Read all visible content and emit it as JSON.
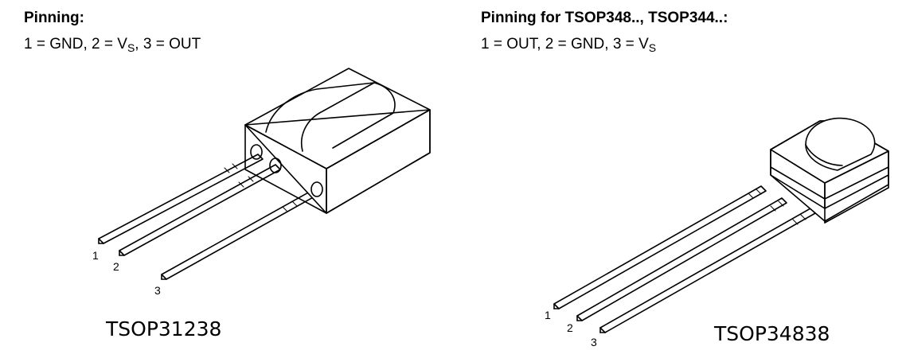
{
  "left": {
    "heading": "Pinning:",
    "pins": [
      {
        "num": "1",
        "sep": " = ",
        "label": "GND",
        "sub": ""
      },
      {
        "num": "2",
        "sep": " = ",
        "label": "V",
        "sub": "S"
      },
      {
        "num": "3",
        "sep": " = ",
        "label": "OUT",
        "sub": ""
      }
    ],
    "pin_labels": [
      "1",
      "2",
      "3"
    ],
    "model": "TSOP31238"
  },
  "right": {
    "heading": "Pinning for TSOP348.., TSOP344..:",
    "pins": [
      {
        "num": "1",
        "sep": " = ",
        "label": "OUT",
        "sub": ""
      },
      {
        "num": "2",
        "sep": " = ",
        "label": "GND",
        "sub": ""
      },
      {
        "num": "3",
        "sep": " = ",
        "label": "V",
        "sub": "S"
      }
    ],
    "pin_labels": [
      "1",
      "2",
      "3"
    ],
    "model": "TSOP34838"
  }
}
